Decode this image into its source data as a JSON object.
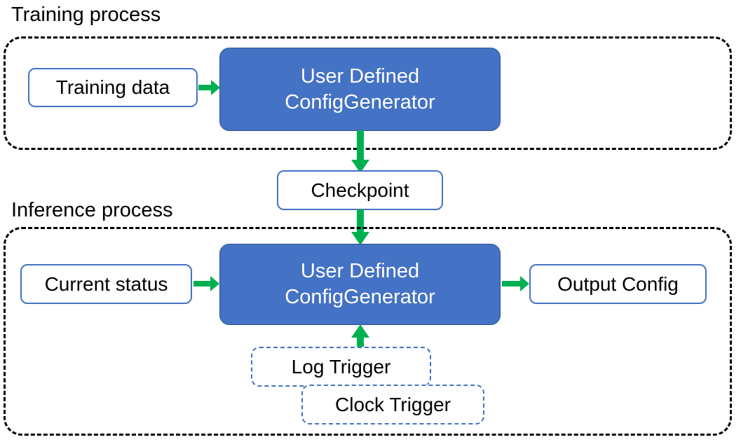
{
  "diagram": {
    "title_training": "Training process",
    "title_inference": "Inference process",
    "colors": {
      "node_fill_blue": "#4472C4",
      "node_border_blue": "#4472C4",
      "arrow_green": "#00B050",
      "container_border": "#000000",
      "text_dark": "#000000",
      "text_light": "#FFFFFF"
    }
  },
  "training": {
    "container_label": "Training process",
    "input_node": {
      "label": "Training data"
    },
    "process_node": {
      "line1": "User Defined",
      "line2": "ConfigGenerator"
    }
  },
  "checkpoint": {
    "label": "Checkpoint"
  },
  "inference": {
    "container_label": "Inference process",
    "input_node": {
      "label": "Current status"
    },
    "process_node": {
      "line1": "User Defined",
      "line2": "ConfigGenerator"
    },
    "output_node": {
      "label": "Output Config"
    },
    "triggers": [
      {
        "label": "Log Trigger"
      },
      {
        "label": "Clock Trigger"
      }
    ]
  },
  "arrows": [
    {
      "name": "training-data-to-generator",
      "direction": "right"
    },
    {
      "name": "training-generator-to-checkpoint",
      "direction": "down"
    },
    {
      "name": "checkpoint-to-inference-generator",
      "direction": "down"
    },
    {
      "name": "current-status-to-generator",
      "direction": "right"
    },
    {
      "name": "generator-to-output-config",
      "direction": "right"
    },
    {
      "name": "log-trigger-to-generator",
      "direction": "up"
    }
  ]
}
